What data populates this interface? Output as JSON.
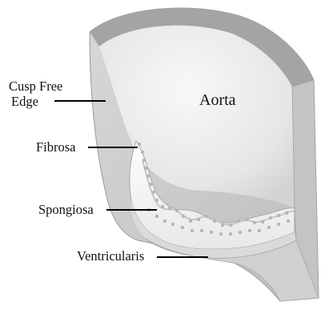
{
  "labels": {
    "aorta": "Aorta",
    "cusp_free_edge_line1": "Cusp Free",
    "cusp_free_edge_line2": "Edge",
    "fibrosa": "Fibrosa",
    "spongiosa": "Spongiosa",
    "ventricularis": "Ventricularis"
  },
  "colors": {
    "wall_outer": "#cbcbcb",
    "rim": "#9a9a9a",
    "lumen": "#ececec",
    "cusp": "#f6f6f6",
    "spongiosa_dots": "#b5b5b5",
    "leader_line": "#000000"
  }
}
